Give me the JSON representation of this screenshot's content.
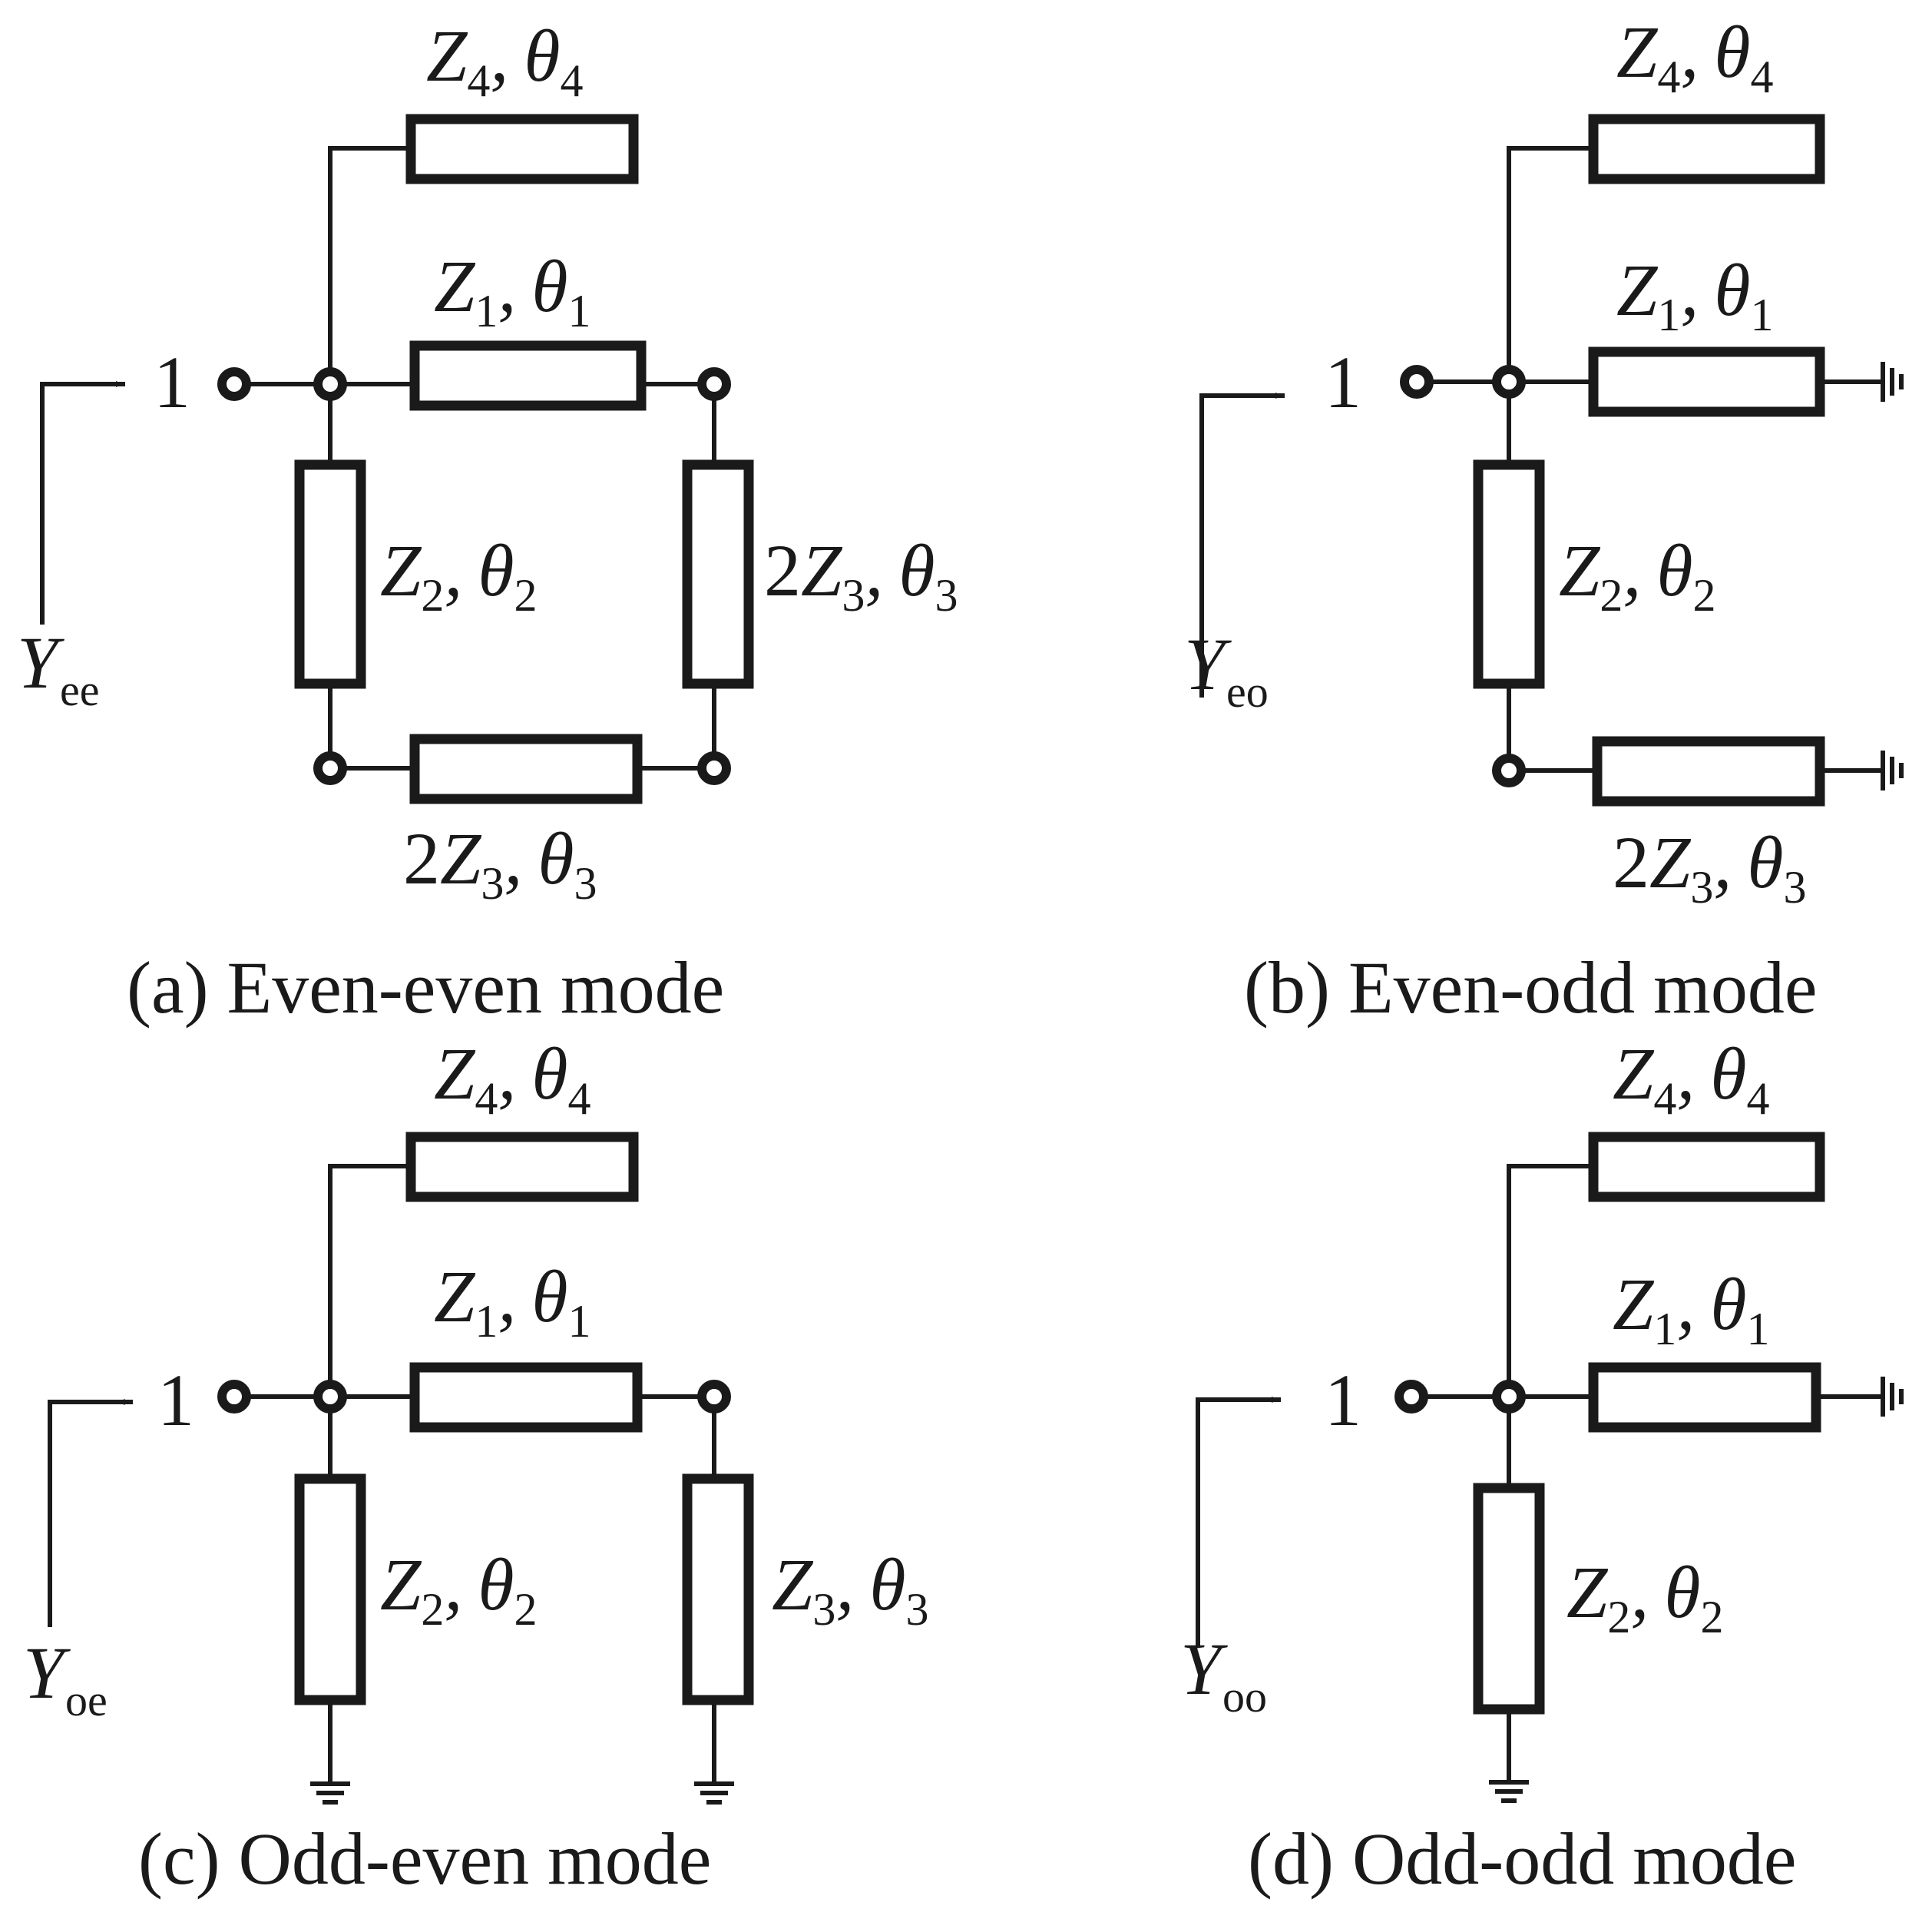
{
  "port_label": "1",
  "sep": ",",
  "Z": "Z",
  "theta": "θ",
  "coef": "2",
  "Y": "Y",
  "panels": {
    "a": {
      "caption": "(a) Even-even mode",
      "admittance_sub": "ee"
    },
    "b": {
      "caption": "(b) Even-odd mode",
      "admittance_sub": "eo"
    },
    "c": {
      "caption": "(c) Odd-even mode",
      "admittance_sub": "oe"
    },
    "d": {
      "caption": "(d) Odd-odd mode",
      "admittance_sub": "oo"
    }
  },
  "indices": {
    "one": "1",
    "two": "2",
    "three": "3",
    "four": "4"
  }
}
